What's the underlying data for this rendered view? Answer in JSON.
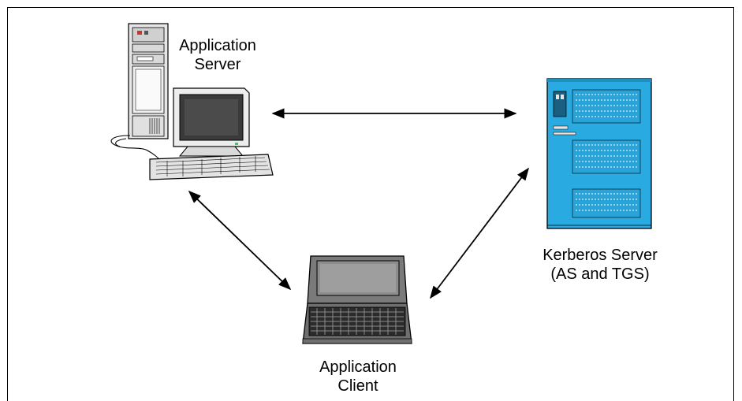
{
  "nodes": {
    "app_server": {
      "label_line1": "Application",
      "label_line2": "Server"
    },
    "kerberos_server": {
      "label_line1": "Kerberos Server",
      "label_line2": "(AS and TGS)"
    },
    "app_client": {
      "label_line1": "Application",
      "label_line2": "Client"
    }
  },
  "colors": {
    "kerberos_body": "#29ABE2",
    "monitor_screen": "#3a3a3a",
    "laptop_body": "#7a7a7a",
    "outline": "#000000"
  }
}
